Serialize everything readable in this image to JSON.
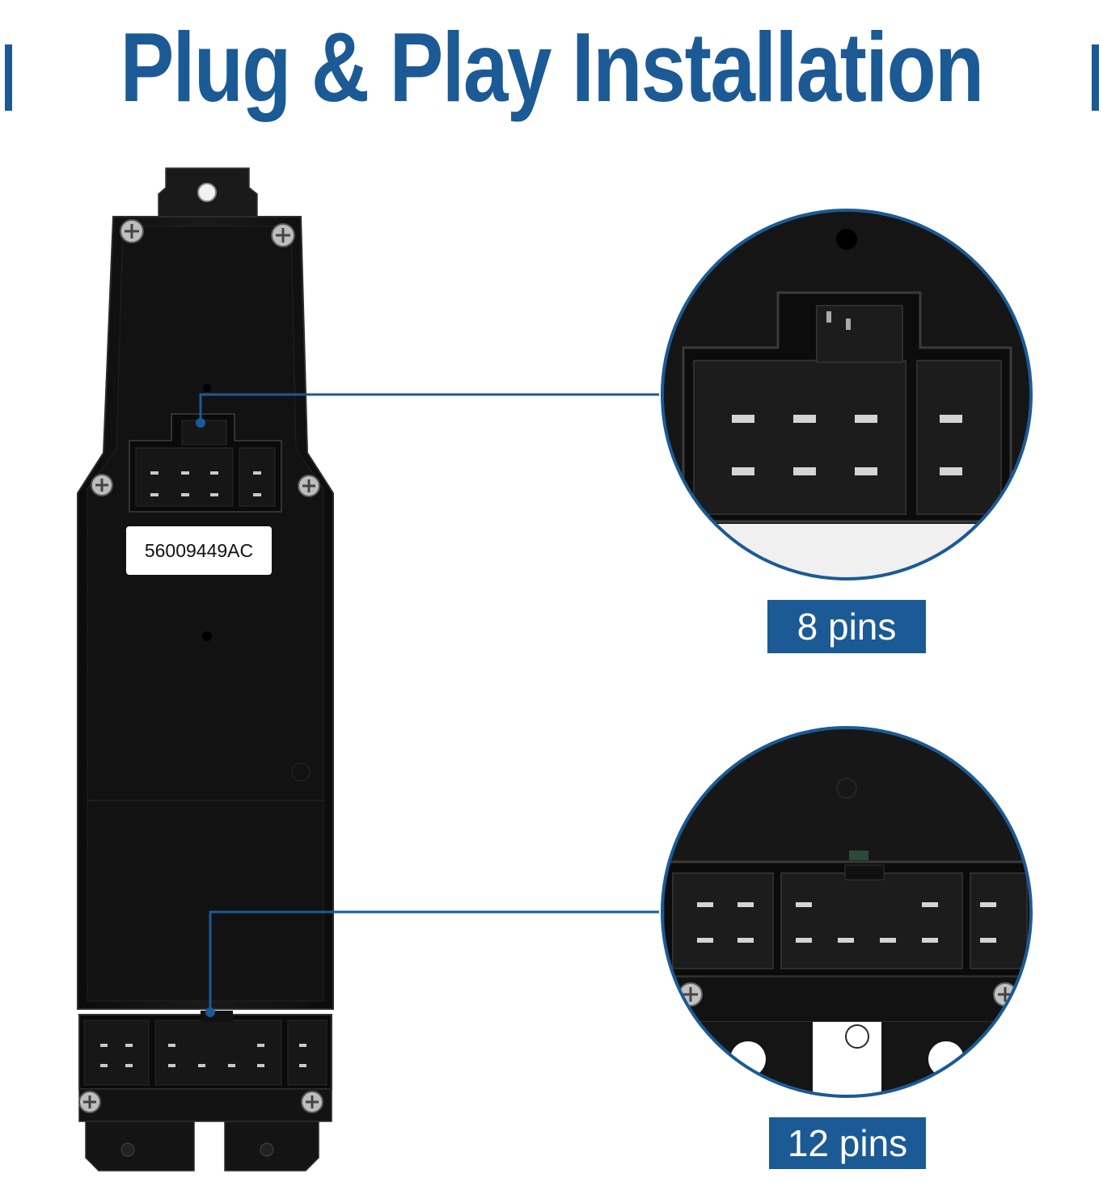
{
  "title": "Plug & Play Installation",
  "part_number": "56009449AC",
  "callouts": [
    {
      "label": "8 pins"
    },
    {
      "label": "12 pins"
    }
  ],
  "colors": {
    "brand_blue": "#1b5a95",
    "housing_black": "#141414",
    "background": "#ffffff"
  }
}
